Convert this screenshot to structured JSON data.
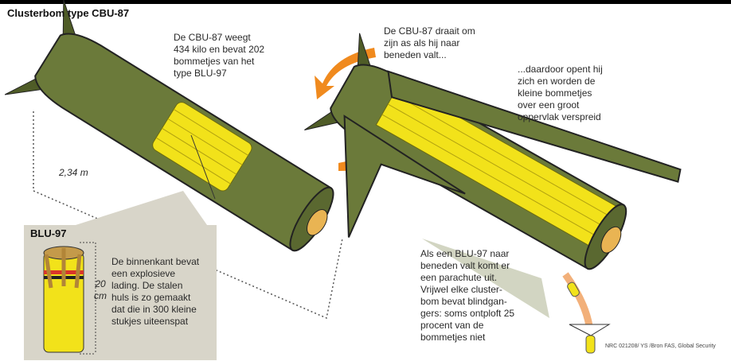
{
  "title": "Clusterbom type CBU-87",
  "left_annotation": [
    "De CBU-87 weegt",
    "434 kilo en bevat 202",
    "bommetjes van het",
    "type BLU-97"
  ],
  "length_label": "2,34 m",
  "blu": {
    "title": "BLU-97",
    "height_label": [
      "20",
      "cm"
    ],
    "description": [
      "De binnenkant bevat",
      "een explosieve",
      "lading. De stalen",
      "huls is zo gemaakt",
      "dat die in 300 kleine",
      "stukjes uiteenspat"
    ]
  },
  "rotate_annotation": [
    "De CBU-87 draait om",
    "zijn as als hij naar",
    "beneden valt..."
  ],
  "open_annotation": [
    "...daardoor opent hij",
    "zich en worden de",
    "kleine bommetjes",
    "over een groot",
    "oppervlak verspreid"
  ],
  "parachute_annotation": [
    "Als een BLU-97 naar",
    "beneden valt komt er",
    "een parachute uit.",
    "Vrijwel elke cluster-",
    "bom bevat blindgan-",
    "gers: soms ontploft 25",
    "procent van de",
    "bommetjes niet"
  ],
  "credit": "NRC 021208/ YS /Bron FAS, Global Security",
  "colors": {
    "olive": "#6b7a3a",
    "olive_dark": "#4f5c27",
    "yellow": "#f2e21a",
    "orange": "#f08a1e",
    "beige": "#d8d5c9"
  }
}
